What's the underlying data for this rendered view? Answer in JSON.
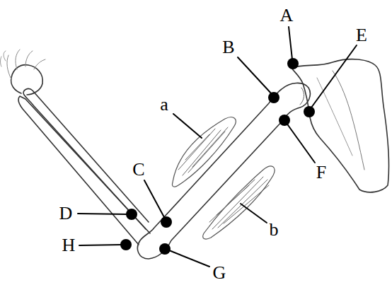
{
  "diagram": {
    "labels": [
      "A",
      "B",
      "E",
      "a",
      "F",
      "C",
      "D",
      "H",
      "b",
      "G"
    ]
  }
}
